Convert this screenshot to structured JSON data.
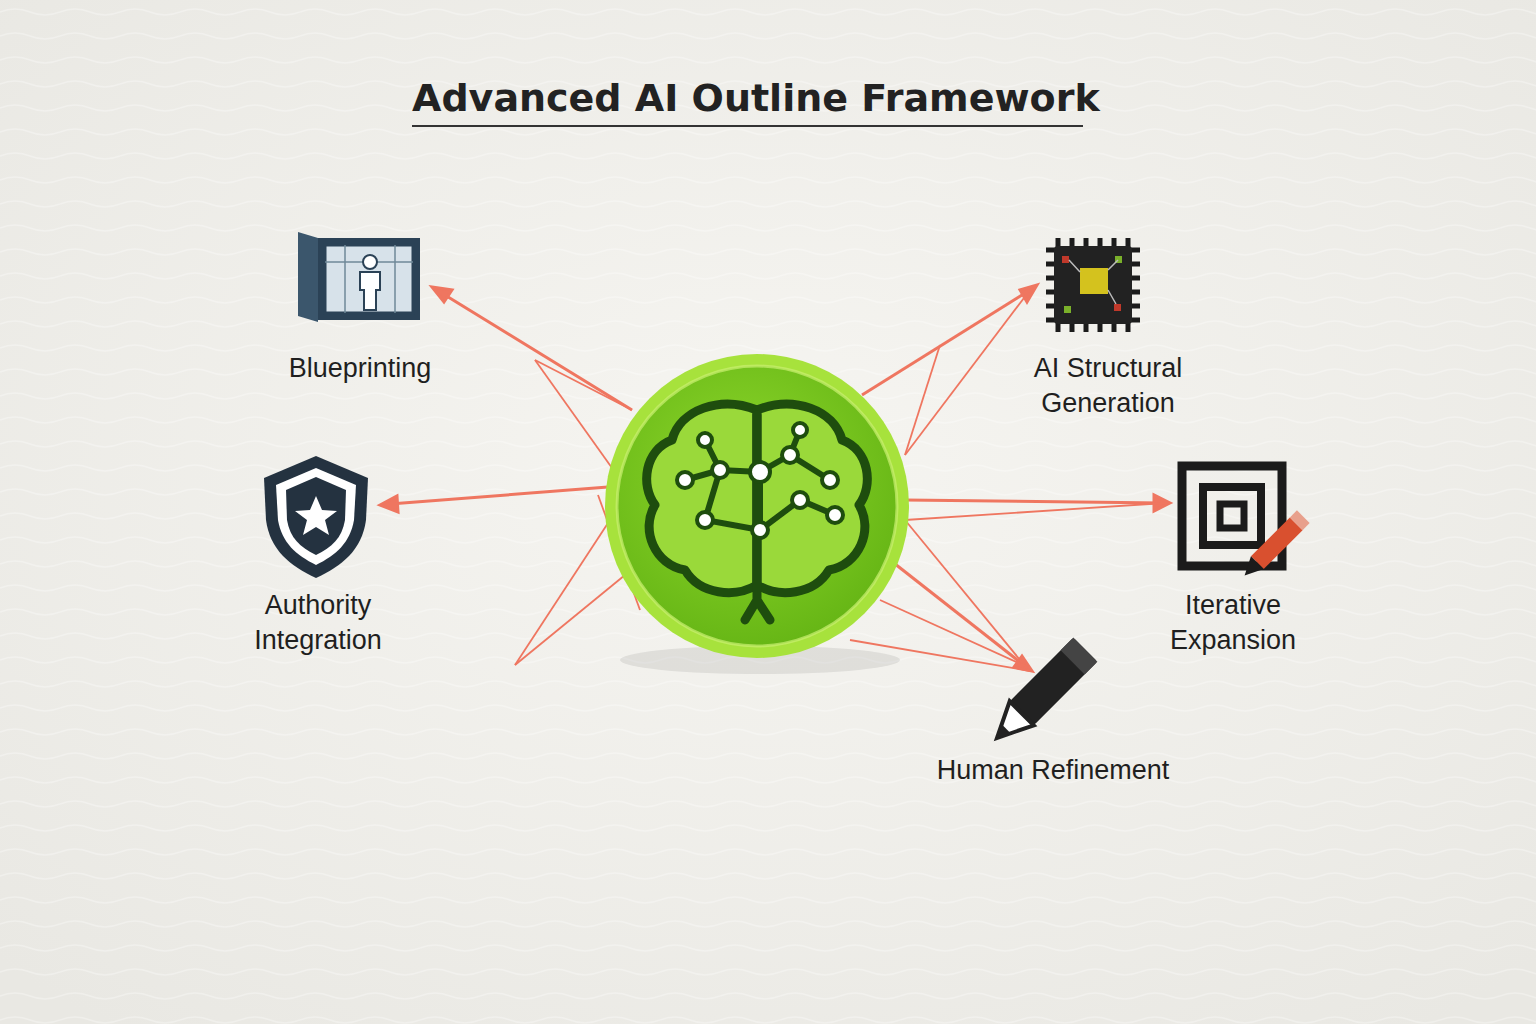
{
  "diagram": {
    "title": "Advanced AI Outline Framework",
    "nodes": [
      {
        "text": [
          "Blueprinting"
        ]
      },
      {
        "text": [
          "AI Structural Generation"
        ]
      },
      {
        "text": [
          "Authority Integration"
        ]
      },
      {
        "text": [
          "Iterative Expansion"
        ]
      },
      {
        "text": [
          "Human Refinement"
        ]
      }
    ]
  }
}
